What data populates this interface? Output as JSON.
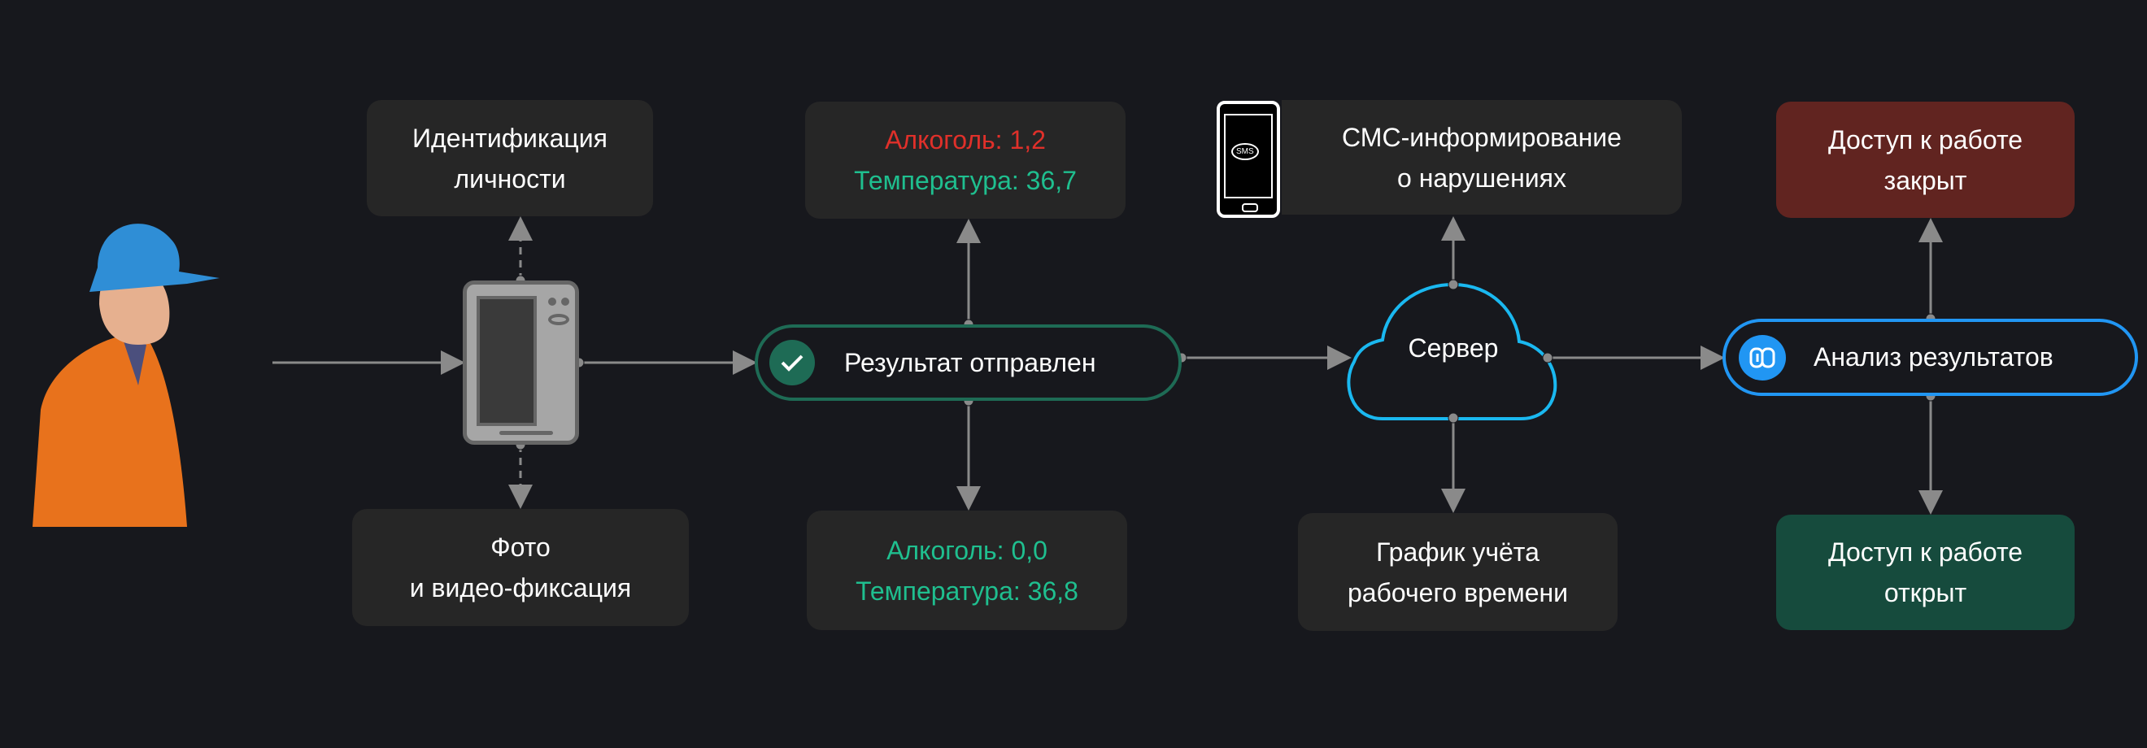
{
  "nodes": {
    "identification": {
      "line1": "Идентификация",
      "line2": "личности"
    },
    "photo_video": {
      "line1": "Фото",
      "line2": "и видео-фиксация"
    },
    "result_sent": {
      "label": "Результат отправлен"
    },
    "fail_reading": {
      "alcohol": "Алкоголь: 1,2",
      "temperature": "Температура: 36,7"
    },
    "pass_reading": {
      "alcohol": "Алкоголь: 0,0",
      "temperature": "Температура: 36,8"
    },
    "sms": {
      "line1": "СМС-информирование",
      "line2": "о нарушениях",
      "icon_text": "SMS"
    },
    "server": {
      "label": "Сервер"
    },
    "timesheet": {
      "line1": "График учёта",
      "line2": "рабочего времени"
    },
    "analysis": {
      "label": "Анализ результатов"
    },
    "access_closed": {
      "line1": "Доступ к работе",
      "line2": "закрыт"
    },
    "access_open": {
      "line1": "Доступ к работе",
      "line2": "открыт"
    }
  },
  "colors": {
    "background": "#17181d",
    "box": "#262626",
    "red_text": "#e0302a",
    "green_text": "#1fbf8f",
    "closed_bg": "#612420",
    "open_bg": "#164b3d",
    "server_stroke": "#1ab8f0",
    "analysis_stroke": "#2196f3",
    "result_stroke": "#1e6b55"
  }
}
